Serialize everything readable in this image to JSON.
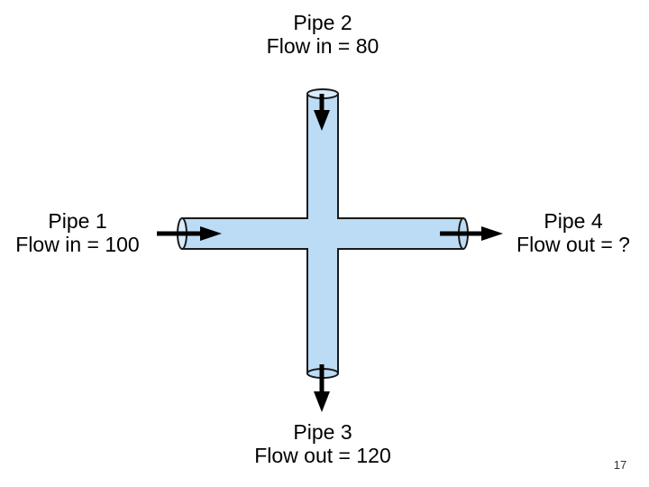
{
  "pipes": {
    "pipe1": {
      "name": "Pipe 1",
      "flow": "Flow in = 100"
    },
    "pipe2": {
      "name": "Pipe 2",
      "flow": "Flow in = 80"
    },
    "pipe3": {
      "name": "Pipe 3",
      "flow": "Flow out = 120"
    },
    "pipe4": {
      "name": "Pipe 4",
      "flow": "Flow out = ?"
    }
  },
  "slide_number": "17",
  "colors": {
    "pipe_fill": "#bcdcf5",
    "pipe_outline": "#1a1a1a",
    "arrow": "#000000"
  }
}
